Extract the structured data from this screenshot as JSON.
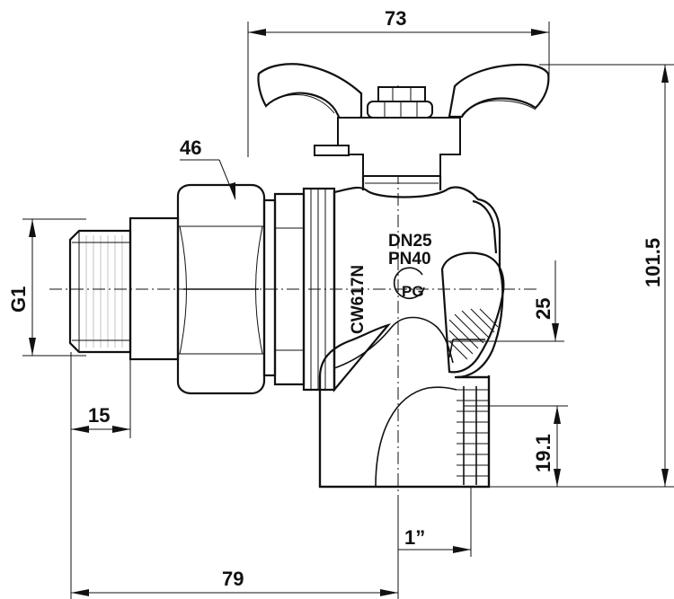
{
  "drawing": {
    "dimensions": {
      "overall_width": "73",
      "height": "101.5",
      "hex_size": "46",
      "thread": "G1",
      "thread_length": "15",
      "seat_height": "25",
      "outlet_height": "19.1",
      "outlet_thread": "1”",
      "body_length": "79"
    },
    "markings": {
      "dn": "DN25",
      "pn": "PN40",
      "material": "CW617N",
      "cert": "PG"
    }
  }
}
